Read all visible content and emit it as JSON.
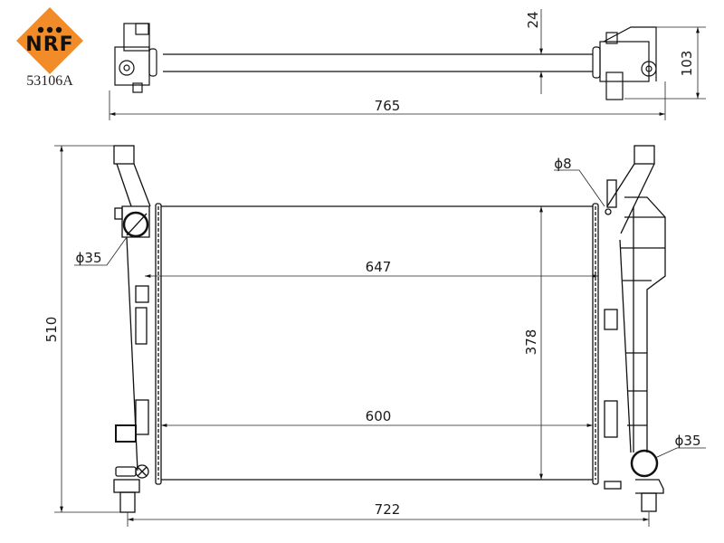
{
  "brand": {
    "name": "NRF",
    "color": "#f28c28",
    "part_number": "53106A"
  },
  "top_view": {
    "dimensions": {
      "overall_width": "765",
      "tube_diameter": "24",
      "height": "103"
    }
  },
  "front_view": {
    "dimensions": {
      "overall_height": "510",
      "core_width_outer": "647",
      "core_width_inner": "600",
      "core_height": "378",
      "bottom_width": "722",
      "inlet_diameter": "ϕ35",
      "outlet_diameter": "ϕ35",
      "vent_diameter": "ϕ8"
    }
  }
}
